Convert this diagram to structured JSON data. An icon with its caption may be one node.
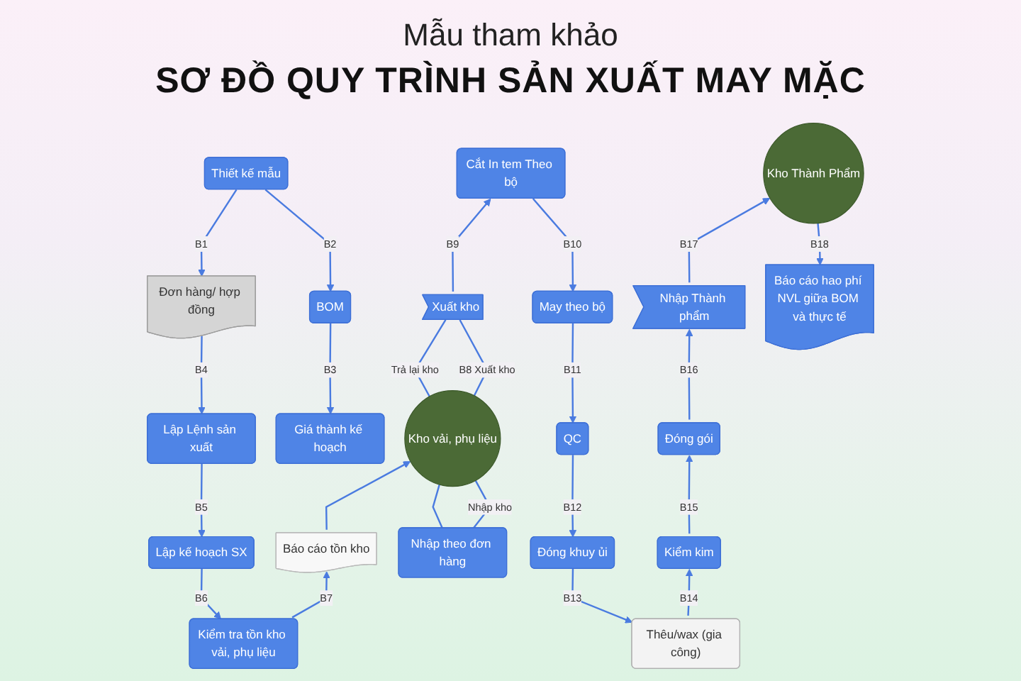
{
  "diagram": {
    "title": "SƠ ĐỒ QUY TRÌNH SẢN XUẤT MAY MẶC",
    "nodes": [
      {
        "text": [
          "QC"
        ]
      },
      {
        "text": [
          "May theo bộ"
        ]
      },
      {
        "text": [
          "Cắt In tem Theo bộ"
        ]
      },
      {
        "text": [
          "Xuất kho"
        ]
      },
      {
        "text": [
          "Thiết kế mẫu"
        ]
      },
      {
        "text": [
          "BOM"
        ]
      },
      {
        "text": [
          "Đóng khuy ủi"
        ]
      },
      {
        "text": [
          "Thêu/wax (gia công)"
        ]
      },
      {
        "text": [
          "Kiểm kim"
        ]
      },
      {
        "text": [
          "Đơn hàng/ hợp đồng"
        ]
      },
      {
        "text": [
          "Nhập theo đơn hàng"
        ]
      },
      {
        "text": [
          "Kho vải, phụ liệu"
        ]
      },
      {
        "text": [
          "Giá thành kế hoạch"
        ]
      },
      {
        "text": [
          "Đóng gói"
        ]
      },
      {
        "text": [
          "Nhập Thành phẩm"
        ]
      },
      {
        "text": [
          "Lập Lệnh sản xuất"
        ]
      },
      {
        "text": [
          "Báo cáo tồn kho"
        ]
      },
      {
        "text": [
          "Kho Thành Phẩm"
        ]
      },
      {
        "text": [
          "Báo cáo hao phí NVL giữa BOM và thực tế"
        ]
      },
      {
        "text": [
          "Kiểm tra tồn kho vải, phụ liệu"
        ]
      },
      {
        "text": [
          "Lập kế hoạch SX"
        ]
      }
    ],
    "edges": [
      {
        "from": 4,
        "to": 9,
        "arrow": "to",
        "label": "B1"
      },
      {
        "from": 4,
        "to": 5,
        "arrow": "to",
        "label": "B2"
      },
      {
        "from": 5,
        "to": 12,
        "arrow": "to",
        "label": "B3"
      },
      {
        "from": 9,
        "to": 15,
        "arrow": "to",
        "label": "B4"
      },
      {
        "from": 15,
        "to": 20,
        "arrow": "to",
        "label": "B5"
      },
      {
        "from": 20,
        "to": 19,
        "arrow": "to",
        "label": "B6"
      },
      {
        "from": 19,
        "to": 16,
        "arrow": "to",
        "label": "B7"
      },
      {
        "from": 16,
        "to": 11,
        "arrow": "to"
      },
      {
        "from": 11,
        "to": 3,
        "arrow": "none",
        "label": "B8 Xuất kho"
      },
      {
        "from": 3,
        "to": 11,
        "arrow": "none",
        "label": "Trả lại kho"
      },
      {
        "from": 10,
        "to": 11,
        "arrow": "none",
        "label": "Nhập kho"
      },
      {
        "from": 11,
        "to": 10,
        "arrow": "none"
      },
      {
        "from": 3,
        "to": 2,
        "arrow": "to",
        "label": "B9"
      },
      {
        "from": 2,
        "to": 1,
        "arrow": "to",
        "label": "B10"
      },
      {
        "from": 1,
        "to": 0,
        "arrow": "to",
        "label": "B11"
      },
      {
        "from": 0,
        "to": 6,
        "arrow": "to",
        "label": "B12"
      },
      {
        "from": 6,
        "to": 7,
        "arrow": "to",
        "label": "B13"
      },
      {
        "from": 7,
        "to": 8,
        "arrow": "to",
        "label": "B14"
      },
      {
        "from": 8,
        "to": 13,
        "arrow": "to",
        "label": "B15"
      },
      {
        "from": 13,
        "to": 14,
        "arrow": "to",
        "label": "B16"
      },
      {
        "from": 14,
        "to": 17,
        "arrow": "to",
        "label": "B17"
      },
      {
        "from": 17,
        "to": 18,
        "arrow": "to",
        "label": "B18"
      }
    ],
    "labels": [
      "Mẫu tham khảo"
    ]
  }
}
